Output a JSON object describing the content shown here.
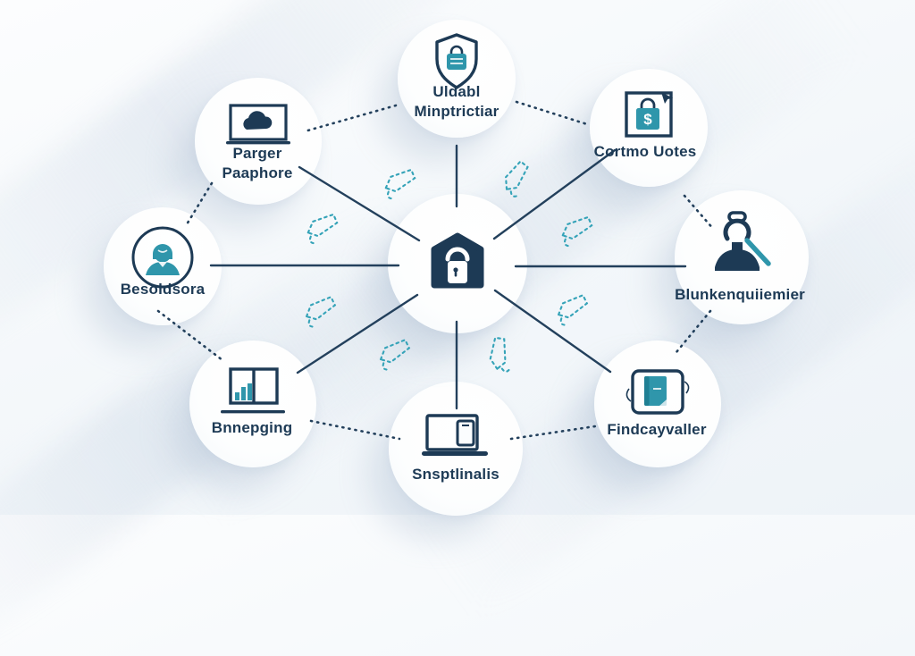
{
  "diagram": {
    "type": "hub-and-spoke",
    "center": {
      "icon": "shield-padlock-icon"
    },
    "nodes": [
      {
        "id": "top",
        "label": "Uldabl\nMinptrictiar",
        "icon": "shield-keypad-lock-icon"
      },
      {
        "id": "top-left",
        "label": "Parger\nPaaphore",
        "icon": "laptop-cloud-icon"
      },
      {
        "id": "top-right",
        "label": "Cortmo Uotes",
        "icon": "shopping-bag-cursor-icon"
      },
      {
        "id": "left",
        "label": "Besoldsora",
        "icon": "person-avatar-circle-icon"
      },
      {
        "id": "right",
        "label": "Blunkenquiiemier",
        "icon": "person-search-icon"
      },
      {
        "id": "bottom-left",
        "label": "Bnnepging",
        "icon": "bar-chart-window-icon"
      },
      {
        "id": "bottom-center",
        "label": "Snsptlinalis",
        "icon": "laptop-phone-icon"
      },
      {
        "id": "bottom-right",
        "label": "Findcayvaller",
        "icon": "tablet-book-icon"
      }
    ],
    "colors": {
      "navy": "#1d3a55",
      "teal": "#2f96ab",
      "teal_light": "#3aa8bd",
      "line": "#23405c",
      "background": "#f3f7fa"
    }
  }
}
